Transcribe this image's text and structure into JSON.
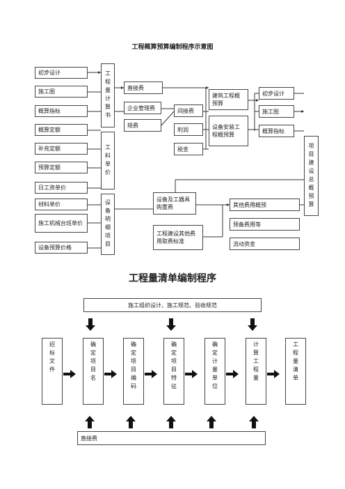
{
  "diagram1": {
    "title": "工程概算预算编制程序示意图",
    "left_inputs": [
      "初步设计",
      "施工图",
      "概算指标",
      "概算定额",
      "补充定额",
      "预算定额",
      "日工资单价",
      "材料单价",
      "施工机械台班单价",
      "设备预算价格"
    ],
    "vertical_boxes": [
      "工程量计算书",
      "工料单价",
      "设备明细项目"
    ],
    "cost_items": {
      "direct": "直接费",
      "enterprise_mgmt": "企业管理费",
      "fees": "规费",
      "indirect": "间接费",
      "profit": "利润",
      "tax": "税金",
      "equipment_purchase": "设备及工器具购置费",
      "other_std": "工程建设其他费用取费标准"
    },
    "estimates": {
      "building": "建筑工程概预算",
      "install": "设备安装工程概预算"
    },
    "right_list": [
      "初步设计",
      "施工图",
      "概算指标"
    ],
    "right_lower": [
      "其他费用概预",
      "预备费用等",
      "流动资金"
    ],
    "total": "项目建设总概预算"
  },
  "diagram2": {
    "title": "工程量清单编制程序",
    "top_bar": "施工组织设计、施工规范、验收规范",
    "bottom_bar": "直接费",
    "steps": [
      "招标文件",
      "确定项目名",
      "确定项目编码",
      "确定项目特征",
      "确定计量单位",
      "计算工程量",
      "工程量清单"
    ]
  }
}
